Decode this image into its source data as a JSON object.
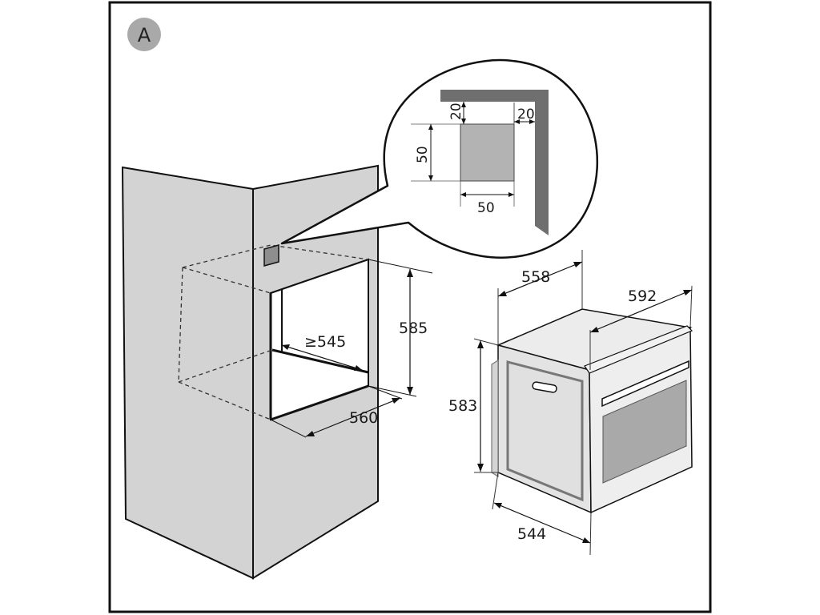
{
  "panel_label": "A",
  "niche": {
    "depth_min": "≥545",
    "height": "585",
    "width": "560"
  },
  "detail": {
    "top_offset": "20",
    "side_offset": "20",
    "cutout_height": "50",
    "cutout_width": "50"
  },
  "oven": {
    "depth_top": "558",
    "width_top": "592",
    "height": "583",
    "depth_bottom": "544"
  },
  "colors": {
    "cabinet": "#d2d2d2",
    "cutout": "#b3b3b3",
    "oven_body": "#e3e3e3",
    "window": "#a9a9a9",
    "badge": "#a9a9a9"
  }
}
